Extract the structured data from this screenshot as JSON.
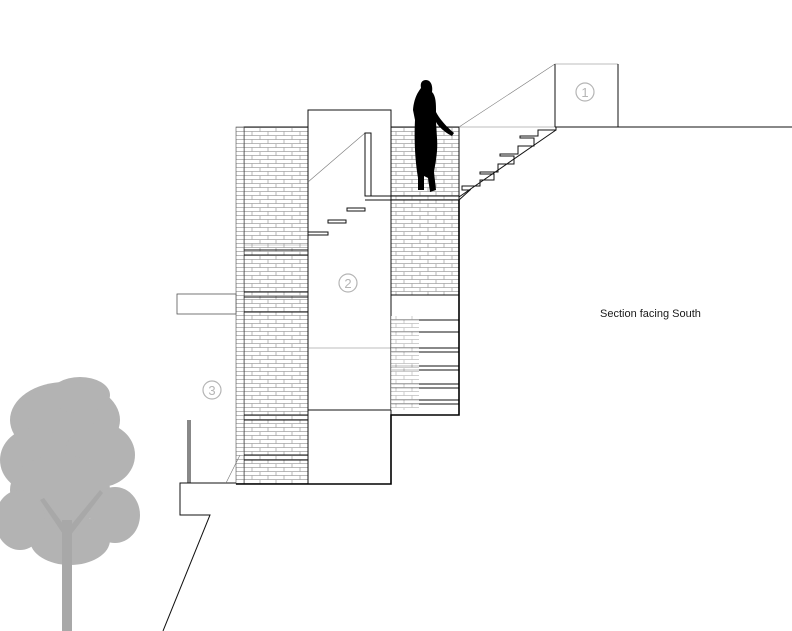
{
  "caption": "Section facing South",
  "markers": [
    "1",
    "2",
    "3"
  ],
  "colors": {
    "line": "#111111",
    "brick": "#8a8a8a",
    "tree": "#b3b3b3",
    "figure": "#000000",
    "marker": "#b5b5b5"
  }
}
